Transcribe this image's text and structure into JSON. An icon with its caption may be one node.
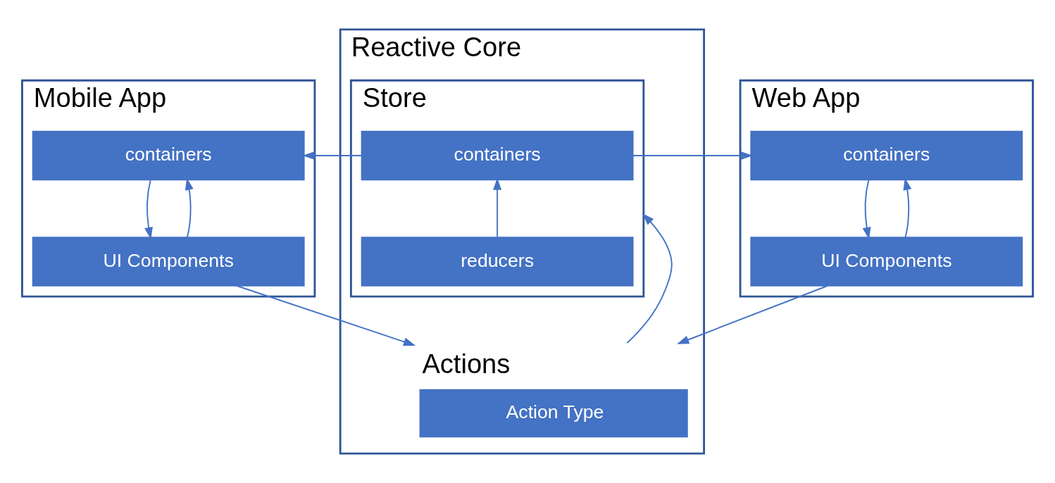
{
  "diagram": {
    "nodes": [
      {
        "text": [
          "Mobile App"
        ]
      },
      {
        "text": [
          "containers"
        ],
        "in": 0
      },
      {
        "text": [
          "UI Components"
        ],
        "in": 0
      },
      {
        "text": [
          "Reactive Core"
        ]
      },
      {
        "text": [
          "Store"
        ],
        "in": 3
      },
      {
        "text": [
          "containers"
        ],
        "in": 4
      },
      {
        "text": [
          "reducers"
        ],
        "in": 4
      },
      {
        "text": [
          "Action Type"
        ],
        "in": 3,
        "beside": [
          "Actions"
        ]
      },
      {
        "text": [
          "Web App"
        ]
      },
      {
        "text": [
          "containers"
        ],
        "in": 8
      },
      {
        "text": [
          "UI Components"
        ],
        "in": 8
      }
    ],
    "edges": [
      {
        "from": 5,
        "to": 1,
        "arrow": "to"
      },
      {
        "from": 5,
        "to": 9,
        "arrow": "to"
      },
      {
        "from": 1,
        "to": 2,
        "arrow": "to"
      },
      {
        "from": 2,
        "to": 1,
        "arrow": "to"
      },
      {
        "from": 9,
        "to": 10,
        "arrow": "to"
      },
      {
        "from": 10,
        "to": 9,
        "arrow": "to"
      },
      {
        "from": 6,
        "to": 5,
        "arrow": "to"
      },
      {
        "from": 7,
        "to": 4,
        "arrow": "to"
      },
      {
        "from": 2,
        "to": 7,
        "arrow": "to"
      },
      {
        "from": 10,
        "to": 7,
        "arrow": "to"
      }
    ]
  }
}
